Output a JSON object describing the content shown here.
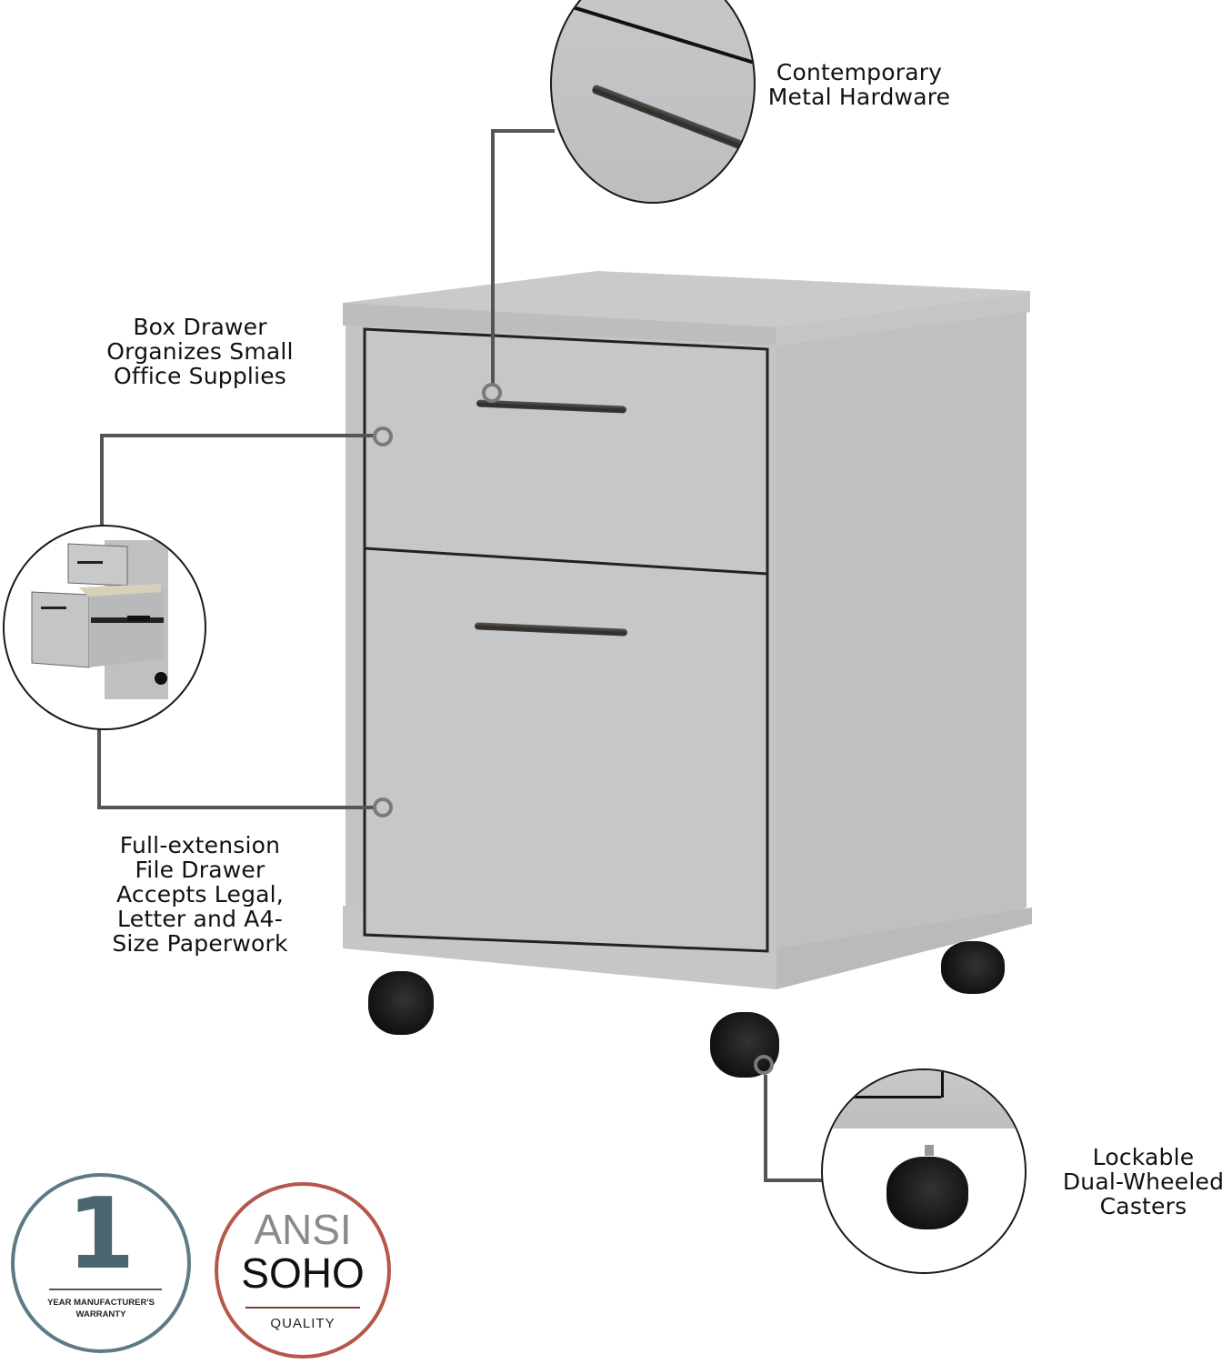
{
  "callouts": {
    "hardware": {
      "lines": [
        "Contemporary",
        "Metal Hardware"
      ]
    },
    "box_drawer": {
      "lines": [
        "Box Drawer",
        "Organizes Small",
        "Office Supplies"
      ]
    },
    "file_drawer": {
      "lines": [
        "Full-extension",
        "File Drawer",
        "Accepts Legal,",
        "Letter and A4-",
        "Size Paperwork"
      ]
    },
    "casters": {
      "lines": [
        "Lockable",
        "Dual-Wheeled",
        "Casters"
      ]
    }
  },
  "badges": {
    "warranty": {
      "number": "1",
      "line1": "YEAR MANUFACTURER'S",
      "line2": "WARRANTY",
      "color": "#4a6670"
    },
    "ansi": {
      "line1": "ANSI",
      "line2": "SOHO",
      "line3": "QUALITY",
      "ring_color": "#b5574a",
      "ansi_color": "#8a8a8a",
      "soho_color": "#111111"
    }
  },
  "product": {
    "finish_color": "#c2c3c4",
    "handle_color": "#3a3633",
    "caster_color": "#151515",
    "drawers": [
      "box-drawer",
      "file-drawer"
    ]
  }
}
